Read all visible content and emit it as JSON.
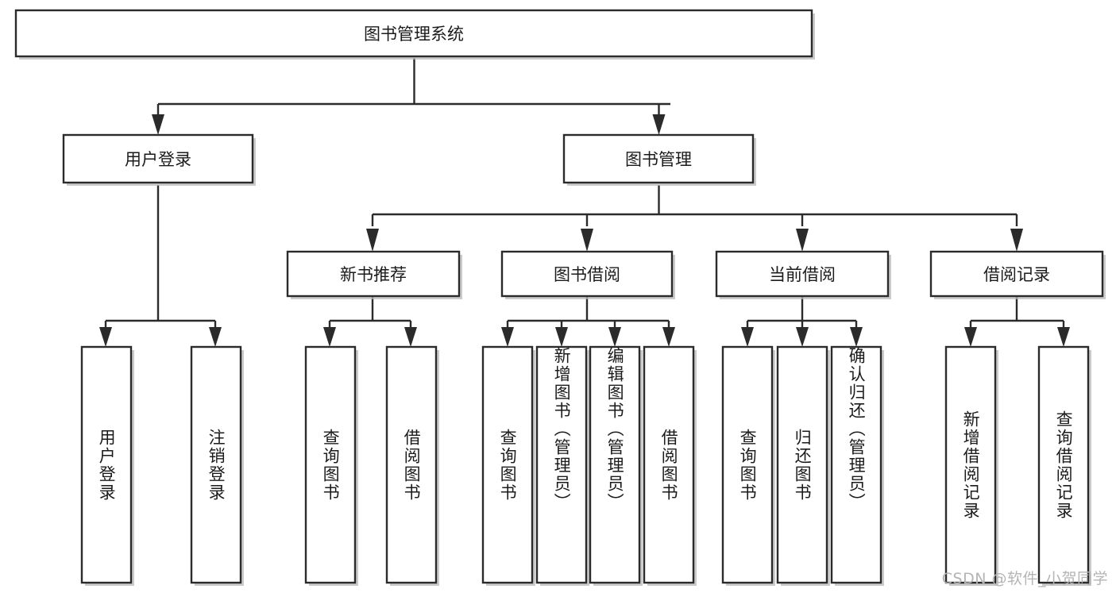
{
  "diagram": {
    "type": "tree-hierarchy",
    "title": "图书管理系统",
    "orientation": "top-down",
    "colors": {
      "box_stroke": "#2b2b2b",
      "box_fill": "#ffffff",
      "connector": "#2b2b2b",
      "text": "#1b1b1b",
      "shadow": "#b9b9b9",
      "watermark": "#b4b4b4"
    },
    "root": {
      "label": "图书管理系统",
      "orientation": "horizontal"
    },
    "level2": [
      {
        "label": "用户登录",
        "orientation": "horizontal"
      },
      {
        "label": "图书管理",
        "orientation": "horizontal"
      }
    ],
    "level3": [
      {
        "label": "新书推荐",
        "orientation": "horizontal",
        "parent": "图书管理"
      },
      {
        "label": "图书借阅",
        "orientation": "horizontal",
        "parent": "图书管理"
      },
      {
        "label": "当前借阅",
        "orientation": "horizontal",
        "parent": "图书管理"
      },
      {
        "label": "借阅记录",
        "orientation": "horizontal",
        "parent": "图书管理"
      }
    ],
    "leaves": {
      "用户登录": [
        {
          "label": "用户登录",
          "orientation": "vertical"
        },
        {
          "label": "注销登录",
          "orientation": "vertical"
        }
      ],
      "新书推荐": [
        {
          "label": "查询图书",
          "orientation": "vertical"
        },
        {
          "label": "借阅图书",
          "orientation": "vertical"
        }
      ],
      "图书借阅": [
        {
          "label": "查询图书",
          "orientation": "vertical"
        },
        {
          "label": "新增图书（管理员）",
          "orientation": "vertical"
        },
        {
          "label": "编辑图书（管理员）",
          "orientation": "vertical"
        },
        {
          "label": "借阅图书",
          "orientation": "vertical"
        }
      ],
      "当前借阅": [
        {
          "label": "查询图书",
          "orientation": "vertical"
        },
        {
          "label": "归还图书",
          "orientation": "vertical"
        },
        {
          "label": "确认归还（管理员）",
          "orientation": "vertical"
        }
      ],
      "借阅记录": [
        {
          "label": "新增借阅记录",
          "orientation": "vertical"
        },
        {
          "label": "查询借阅记录",
          "orientation": "vertical"
        }
      ]
    }
  },
  "watermark": {
    "text": "CSDN @软件_小贺同学"
  }
}
